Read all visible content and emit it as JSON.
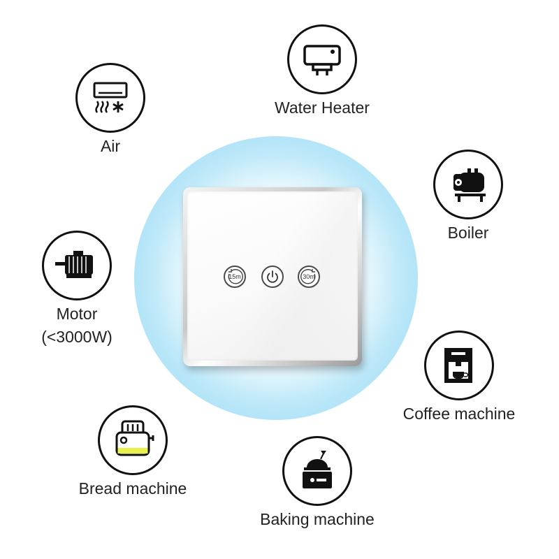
{
  "switch": {
    "buttons": [
      {
        "label": "15m",
        "icon": "timer-15-icon"
      },
      {
        "label": "",
        "icon": "power-icon"
      },
      {
        "label": "30m",
        "icon": "timer-30-icon"
      }
    ]
  },
  "appliances": [
    {
      "label": "Water Heater",
      "icon": "water-heater-icon"
    },
    {
      "label": "Air",
      "icon": "air-conditioner-icon"
    },
    {
      "label": "Boiler",
      "icon": "boiler-icon"
    },
    {
      "label": "Motor",
      "sublabel": "(<3000W)",
      "icon": "motor-icon"
    },
    {
      "label": "Coffee machine",
      "icon": "coffee-machine-icon"
    },
    {
      "label": "Bread machine",
      "icon": "bread-machine-icon"
    },
    {
      "label": "Baking machine",
      "icon": "baking-machine-icon"
    }
  ],
  "colors": {
    "glow": "#a8e0f6",
    "toaster_accent": "#e9f24a"
  }
}
